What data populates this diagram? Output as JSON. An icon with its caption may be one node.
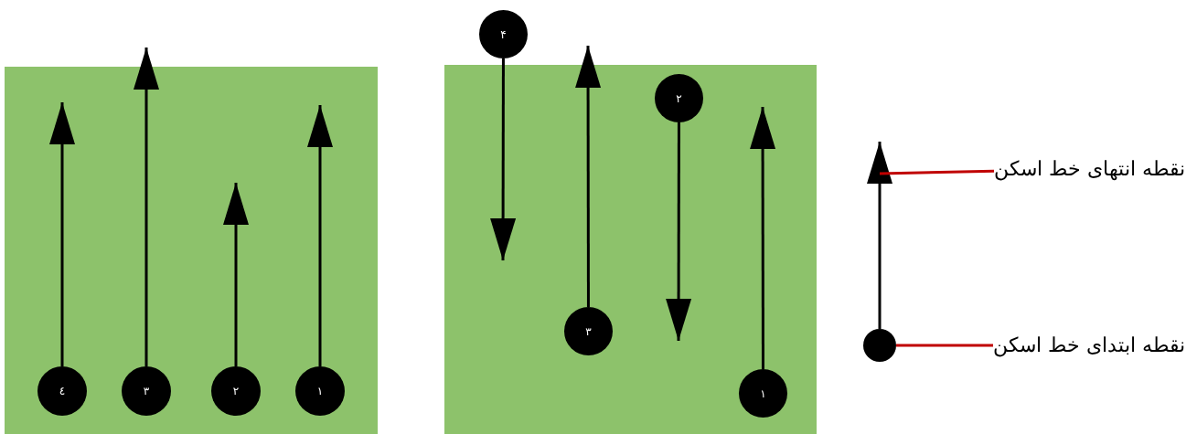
{
  "diagram": {
    "nodes": [
      {
        "text": [],
        "shape": "box"
      },
      {
        "text": [
          "٤"
        ],
        "in": 0
      },
      {
        "text": [
          "٣"
        ],
        "in": 0
      },
      {
        "text": [
          "٢"
        ],
        "in": 0
      },
      {
        "text": [
          "١"
        ],
        "in": 0
      },
      {
        "text": [],
        "shape": "box"
      },
      {
        "text": [
          "۴"
        ]
      },
      {
        "text": [
          "٣"
        ],
        "in": 5
      },
      {
        "text": [
          "٢"
        ],
        "in": 5
      },
      {
        "text": [
          "١"
        ],
        "in": 5
      },
      {
        "text": [],
        "shape": "circle"
      },
      {
        "text": [
          "نقطه انتهای خط اسکن"
        ]
      },
      {
        "text": [
          "نقطه ابتدای خط اسکن"
        ]
      }
    ],
    "edges": [
      {
        "from": 1,
        "to": null,
        "arrow": "to"
      },
      {
        "from": 2,
        "to": null,
        "arrow": "to"
      },
      {
        "from": 3,
        "to": null,
        "arrow": "to"
      },
      {
        "from": 4,
        "to": null,
        "arrow": "to"
      },
      {
        "from": 6,
        "to": null,
        "arrow": "to"
      },
      {
        "from": 7,
        "to": null,
        "arrow": "to"
      },
      {
        "from": 8,
        "to": null,
        "arrow": "to"
      },
      {
        "from": 9,
        "to": null,
        "arrow": "to"
      },
      {
        "from": 10,
        "to": null,
        "arrow": "to"
      },
      {
        "from": 11,
        "to": null,
        "arrow": "none",
        "color": "#c00000"
      },
      {
        "from": 12,
        "to": 10,
        "arrow": "none",
        "color": "#c00000"
      }
    ]
  }
}
